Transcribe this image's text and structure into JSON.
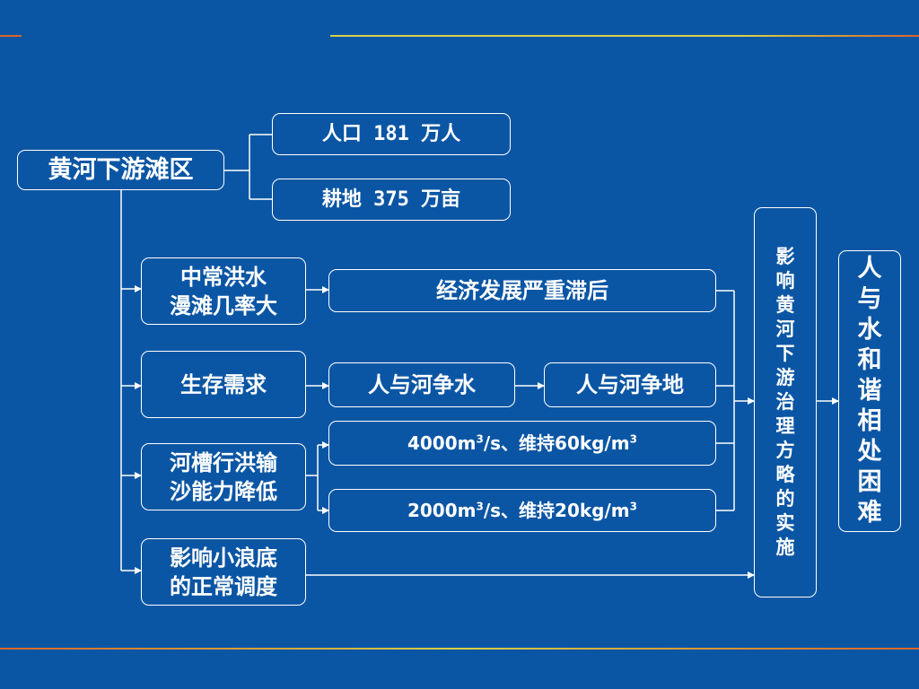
{
  "colors": {
    "background": "#0b56a4",
    "stroke": "#ffffff",
    "accent_orange": "#d9652b",
    "accent_yellow": "#d6d04a"
  },
  "root": {
    "label": "黄河下游滩区"
  },
  "stats": [
    {
      "label": "人口 181 万人"
    },
    {
      "label": "耕地 375 万亩"
    }
  ],
  "causes": [
    {
      "line1": "中常洪水",
      "line2": "漫滩几率大"
    },
    {
      "line1": "生存需求"
    },
    {
      "line1": "河槽行洪输",
      "line2": "沙能力降低"
    },
    {
      "line1": "影响小浪底",
      "line2": "的正常调度"
    }
  ],
  "effects": {
    "economy": "经济发展严重滞后",
    "water": "人与河争水",
    "land": "人与河争地",
    "flow1": {
      "a": "4000m",
      "sup1": "3",
      "b": "/s、维持60kg/m",
      "sup2": "3"
    },
    "flow2": {
      "a": "2000m",
      "sup1": "3",
      "b": "/s、维持20kg/m",
      "sup2": "3"
    }
  },
  "impact": {
    "chars": [
      "影",
      "响",
      "黄",
      "河",
      "下",
      "游",
      "治",
      "理",
      "方",
      "略",
      "的",
      "实",
      "施"
    ]
  },
  "result": {
    "chars": [
      "人",
      "与",
      "水",
      "和",
      "谐",
      "相",
      "处",
      "困",
      "难"
    ]
  }
}
